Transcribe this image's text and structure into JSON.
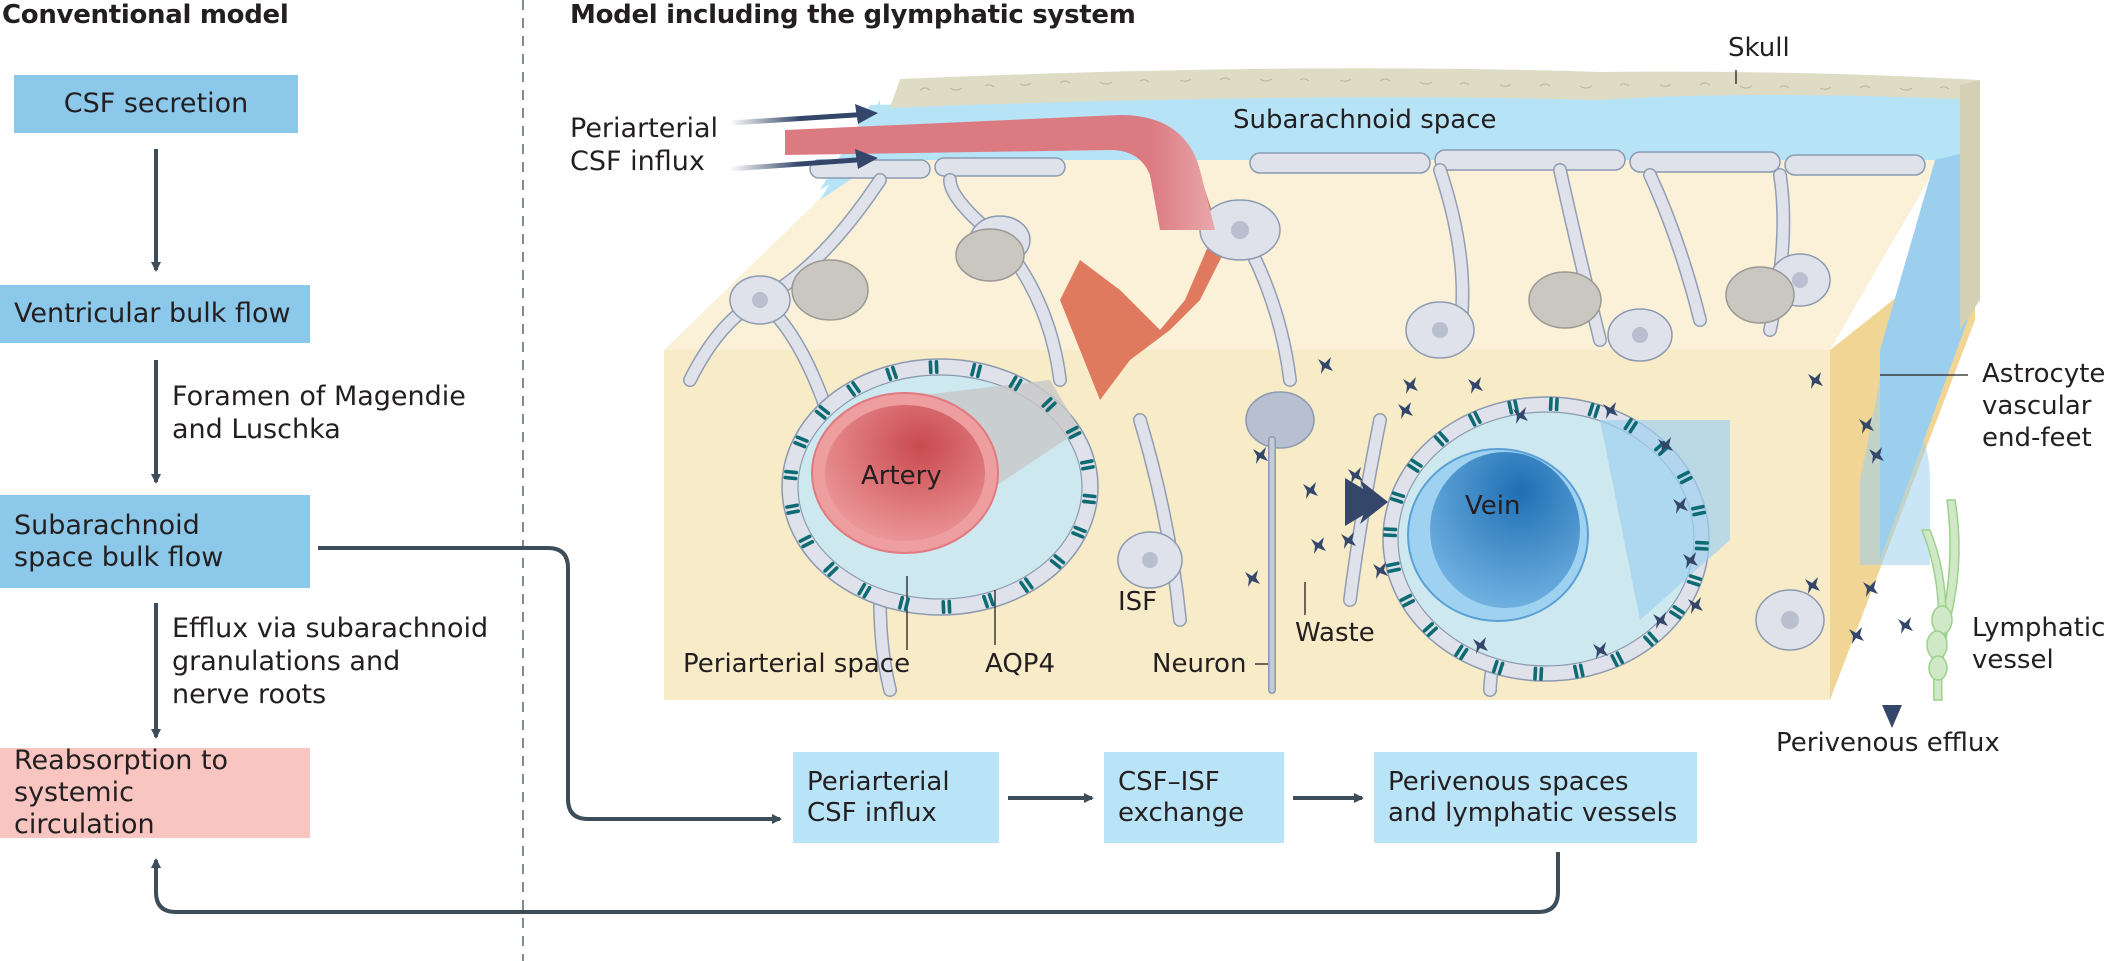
{
  "conventional": {
    "title": "Conventional model",
    "steps": [
      {
        "label": "CSF secretion"
      },
      {
        "label": "Ventricular bulk flow"
      },
      {
        "label": "Subarachnoid space bulk flow"
      },
      {
        "label": "Reabsorption to systemic circulation"
      }
    ],
    "transitions": [
      {
        "label": ""
      },
      {
        "label": "Foramen of Magendie\nand Luschka"
      },
      {
        "label": "Efflux via subarachnoid\ngranulations and\nnerve roots"
      }
    ]
  },
  "glymphatic": {
    "title": "Model including the glymphatic system",
    "flow": [
      {
        "label": "Periarterial\nCSF influx"
      },
      {
        "label": "CSF–ISF\nexchange"
      },
      {
        "label": "Perivenous spaces\nand lymphatic vessels"
      }
    ],
    "illustration_labels": {
      "skull": "Skull",
      "subarachnoid": "Subarachnoid space",
      "influx": "Periarterial\nCSF influx",
      "artery": "Artery",
      "vein": "Vein",
      "periarterial_space": "Periarterial space",
      "aqp4": "AQP4",
      "isf": "ISF",
      "neuron": "Neuron",
      "waste": "Waste",
      "astrocyte": "Astrocyte\nvascular\nend-feet",
      "lymphatic": "Lymphatic\nvessel",
      "efflux": "Perivenous efflux"
    }
  },
  "colors": {
    "conventional_box": "#8cc8ea",
    "reabsorption_box": "#f8c5c1",
    "glymphatic_box": "#b9e4f8",
    "arrow": "#3d4d5a",
    "artery": "#dc7a82",
    "vein": "#3f8ed0",
    "csf": "#b7e3f7",
    "parenchyma": "#f8ebc8",
    "skull": "#dfdcc6",
    "astrocyte": "#dfe2ea",
    "aqp4": "#0d6b73",
    "waste": "#34466a"
  }
}
